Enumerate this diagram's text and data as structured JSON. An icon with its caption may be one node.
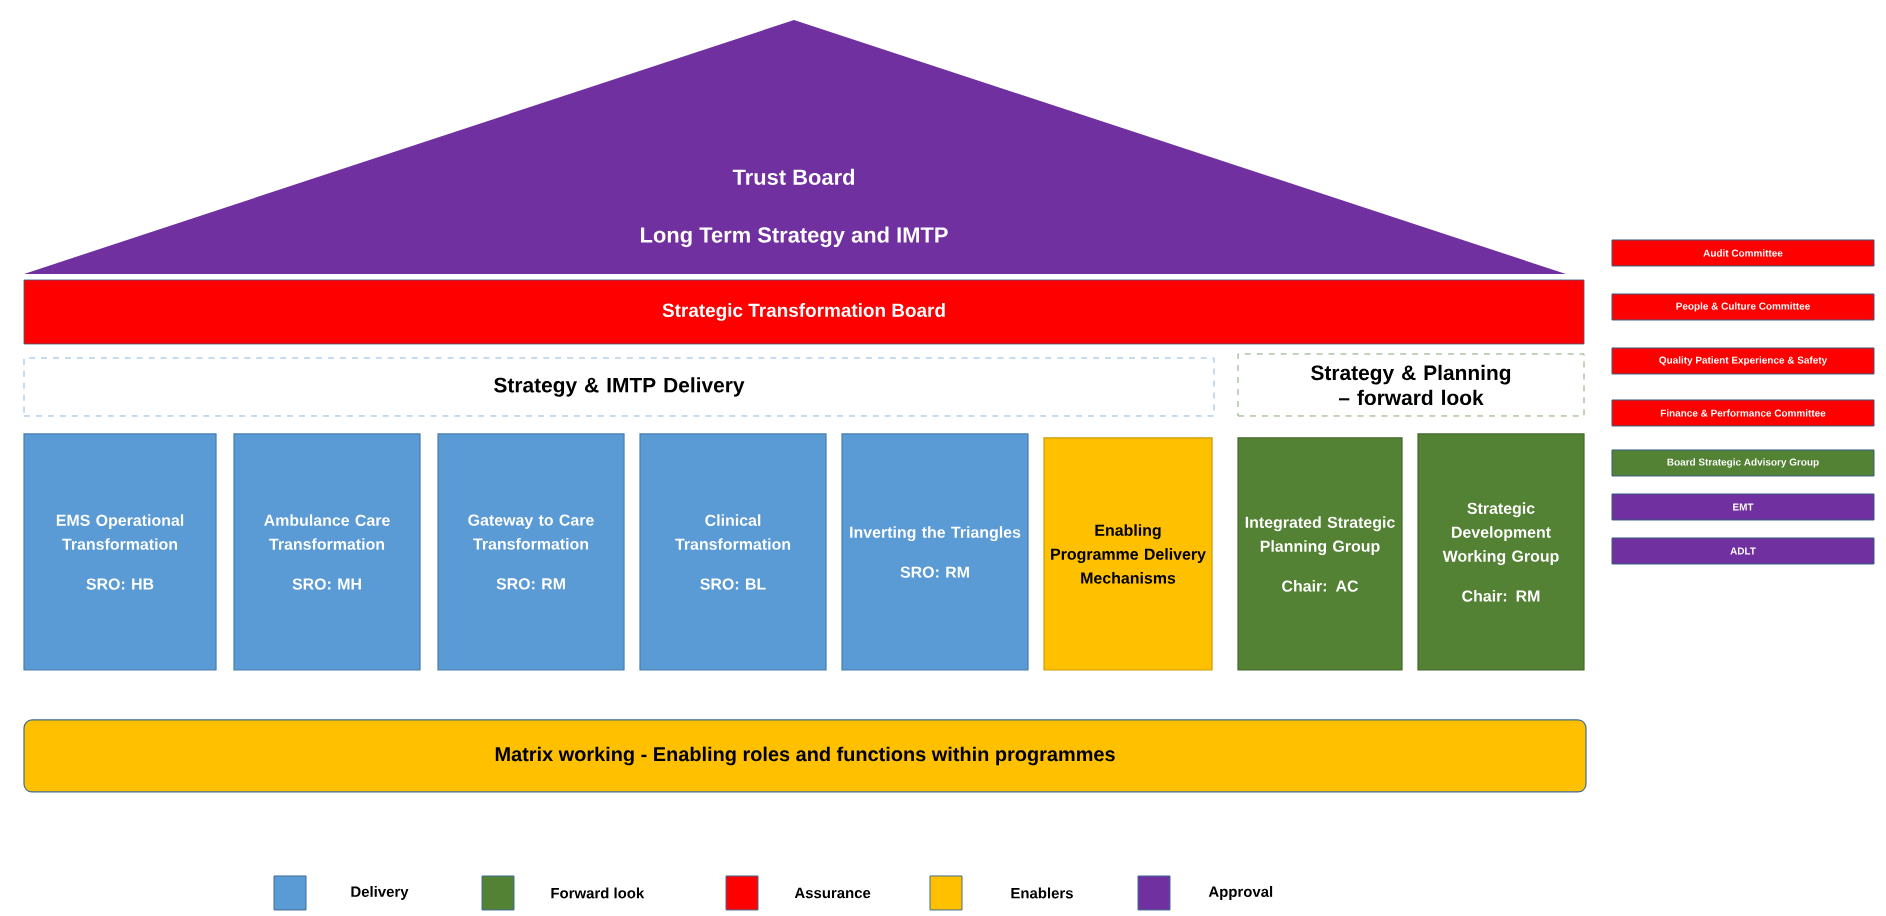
{
  "diagram": {
    "nodes": [
      {
        "text": [
          "Trust Board",
          "Long Term Strategy and IMTP"
        ]
      },
      {
        "text": [
          "Strategic Transformation Board"
        ]
      },
      {
        "text": [
          "Strategy & IMTP Delivery"
        ]
      },
      {
        "text": [
          "Strategy & Planning – forward look"
        ]
      },
      {
        "text": [
          "EMS Operational Transformation",
          "SRO: HB"
        ]
      },
      {
        "text": [
          "Ambulance Care Transformation",
          "SRO: MH"
        ]
      },
      {
        "text": [
          "Gateway to Care Transformation",
          "SRO: RM"
        ]
      },
      {
        "text": [
          "Clinical Transformation",
          "SRO: BL"
        ]
      },
      {
        "text": [
          "Inverting the Triangles",
          "SRO: RM"
        ]
      },
      {
        "text": [
          "Enabling Programme Delivery Mechanisms"
        ]
      },
      {
        "text": [
          "Integrated Strategic Planning Group",
          "Chair: AC"
        ]
      },
      {
        "text": [
          "Strategic Development Working Group",
          "Chair: RM"
        ]
      },
      {
        "text": [
          "Matrix working - Enabling roles and functions within programmes"
        ]
      },
      {
        "text": [
          "Audit Committee"
        ]
      },
      {
        "text": [
          "People & Culture Committee"
        ]
      },
      {
        "text": [
          "Quality Patient Experience & Safety"
        ]
      },
      {
        "text": [
          "Finance & Performance Committee"
        ]
      },
      {
        "text": [
          "Board Strategic Advisory Group"
        ]
      },
      {
        "text": [
          "EMT"
        ]
      },
      {
        "text": [
          "ADLT"
        ]
      }
    ],
    "legend": [
      {
        "text": "Delivery",
        "color": "#5b9bd5"
      },
      {
        "text": "Forward look",
        "color": "#548235"
      },
      {
        "text": "Assurance",
        "color": "#ff0000"
      },
      {
        "text": "Enablers",
        "color": "#ffc000"
      },
      {
        "text": "Approval",
        "color": "#7030a0"
      }
    ]
  }
}
